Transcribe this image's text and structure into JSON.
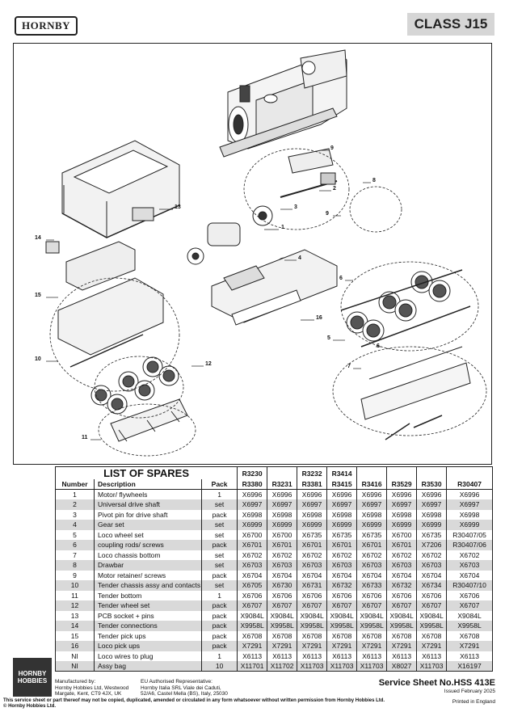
{
  "header": {
    "logo_text": "HORNBY",
    "class_title": "CLASS J15"
  },
  "diagram": {
    "callouts": [
      "1",
      "2",
      "3",
      "4",
      "5",
      "6",
      "6",
      "7",
      "8",
      "9",
      "9",
      "10",
      "11",
      "12",
      "13",
      "14",
      "15",
      "16"
    ]
  },
  "spares": {
    "title": "LIST OF SPARES",
    "columns": {
      "number": "Number",
      "description": "Description",
      "pack": "Pack",
      "models_top": [
        "R3230",
        "",
        "R3232",
        "R3414",
        "",
        "",
        "",
        ""
      ],
      "models_bottom": [
        "R3380",
        "R3231",
        "R3381",
        "R3415",
        "R3416",
        "R3529",
        "R3530",
        "R30407"
      ]
    },
    "rows": [
      {
        "no": "1",
        "desc": "Motor/ flywheels",
        "pack": "1",
        "codes": [
          "X6996",
          "X6996",
          "X6996",
          "X6996",
          "X6996",
          "X6996",
          "X6996",
          "X6996"
        ]
      },
      {
        "no": "2",
        "desc": "Universal drive shaft",
        "pack": "set",
        "codes": [
          "X6997",
          "X6997",
          "X6997",
          "X6997",
          "X6997",
          "X6997",
          "X6997",
          "X6997"
        ]
      },
      {
        "no": "3",
        "desc": "Pivot pin for drive shaft",
        "pack": "pack",
        "codes": [
          "X6998",
          "X6998",
          "X6998",
          "X6998",
          "X6998",
          "X6998",
          "X6998",
          "X6998"
        ]
      },
      {
        "no": "4",
        "desc": "Gear set",
        "pack": "set",
        "codes": [
          "X6999",
          "X6999",
          "X6999",
          "X6999",
          "X6999",
          "X6999",
          "X6999",
          "X6999"
        ]
      },
      {
        "no": "5",
        "desc": "Loco wheel set",
        "pack": "set",
        "codes": [
          "X6700",
          "X6700",
          "X6735",
          "X6735",
          "X6735",
          "X6700",
          "X6735",
          "R30407/05"
        ]
      },
      {
        "no": "6",
        "desc": "coupling rods/ screws",
        "pack": "pack",
        "codes": [
          "X6701",
          "X6701",
          "X6701",
          "X6701",
          "X6701",
          "X6701",
          "X7206",
          "R30407/06"
        ]
      },
      {
        "no": "7",
        "desc": "Loco chassis bottom",
        "pack": "set",
        "codes": [
          "X6702",
          "X6702",
          "X6702",
          "X6702",
          "X6702",
          "X6702",
          "X6702",
          "X6702"
        ]
      },
      {
        "no": "8",
        "desc": "Drawbar",
        "pack": "set",
        "codes": [
          "X6703",
          "X6703",
          "X6703",
          "X6703",
          "X6703",
          "X6703",
          "X6703",
          "X6703"
        ]
      },
      {
        "no": "9",
        "desc": "Motor retainer/ screws",
        "pack": "pack",
        "codes": [
          "X6704",
          "X6704",
          "X6704",
          "X6704",
          "X6704",
          "X6704",
          "X6704",
          "X6704"
        ]
      },
      {
        "no": "10",
        "desc": "Tender chassis assy and contacts",
        "pack": "set",
        "codes": [
          "X6705",
          "X6730",
          "X6731",
          "X6732",
          "X6733",
          "X6732",
          "X6734",
          "R30407/10"
        ]
      },
      {
        "no": "11",
        "desc": "Tender bottom",
        "pack": "1",
        "codes": [
          "X6706",
          "X6706",
          "X6706",
          "X6706",
          "X6706",
          "X6706",
          "X6706",
          "X6706"
        ]
      },
      {
        "no": "12",
        "desc": "Tender wheel set",
        "pack": "pack",
        "codes": [
          "X6707",
          "X6707",
          "X6707",
          "X6707",
          "X6707",
          "X6707",
          "X6707",
          "X6707"
        ]
      },
      {
        "no": "13",
        "desc": "PCB socket + pins",
        "pack": "pack",
        "codes": [
          "X9084L",
          "X9084L",
          "X9084L",
          "X9084L",
          "X9084L",
          "X9084L",
          "X9084L",
          "X9084L"
        ]
      },
      {
        "no": "14",
        "desc": "Tender connections",
        "pack": "pack",
        "codes": [
          "X9958L",
          "X9958L",
          "X9958L",
          "X9958L",
          "X9958L",
          "X9958L",
          "X9958L",
          "X9958L"
        ]
      },
      {
        "no": "15",
        "desc": "Tender pick ups",
        "pack": "pack",
        "codes": [
          "X6708",
          "X6708",
          "X6708",
          "X6708",
          "X6708",
          "X6708",
          "X6708",
          "X6708"
        ]
      },
      {
        "no": "16",
        "desc": "Loco pick ups",
        "pack": "pack",
        "codes": [
          "X7291",
          "X7291",
          "X7291",
          "X7291",
          "X7291",
          "X7291",
          "X7291",
          "X7291"
        ]
      },
      {
        "no": "NI",
        "desc": "Loco wires to plug",
        "pack": "1",
        "codes": [
          "X6113",
          "X6113",
          "X6113",
          "X6113",
          "X6113",
          "X6113",
          "X6113",
          "X6113"
        ]
      },
      {
        "no": "NI",
        "desc": "Assy bag",
        "pack": "10",
        "codes": [
          "X11701",
          "X11702",
          "X11703",
          "X11703",
          "X11703",
          "X8027",
          "X11703",
          "X16197"
        ]
      }
    ]
  },
  "footer": {
    "logo_line1": "HORNBY",
    "logo_line2": "HOBBIES",
    "manufactured_label": "Manufactured by:",
    "manufactured_line1": "Hornby Hobbies Ltd, Westwood",
    "manufactured_line2": "Margate, Kent, CT9 4JX, UK",
    "rep_label": "EU Authorised Representative:",
    "rep_line1": "Hornby Italia SRL Viale dei Caduti,",
    "rep_line2": "52/A6, Castel Mella (BS), Italy, 25030",
    "sheet_number": "Service Sheet No.HSS 413E",
    "issued": "Issued February 2025",
    "copyright_notice": "This service sheet or part thereof may not be copied, duplicated, amended or circulated in any form whatsoever without written permission from Hornby Hobbies Ltd.",
    "copyright_owner": "© Hornby Hobbies Ltd.",
    "printed": "Printed in England"
  }
}
